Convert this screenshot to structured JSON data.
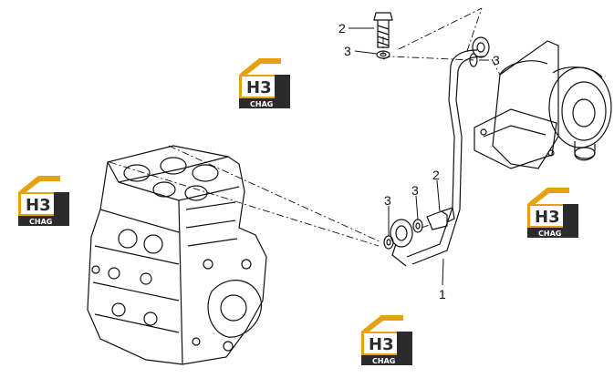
{
  "callouts": [
    {
      "id": "c2-top",
      "label": "2"
    },
    {
      "id": "c3-top",
      "label": "3"
    },
    {
      "id": "c3-right",
      "label": "3"
    },
    {
      "id": "c3-mid-a",
      "label": "3"
    },
    {
      "id": "c3-mid-b",
      "label": "3"
    },
    {
      "id": "c2-mid",
      "label": "2"
    },
    {
      "id": "c1",
      "label": "1"
    }
  ],
  "watermark": {
    "line1": "H3",
    "line2": "CHAG",
    "colors": {
      "roof": "#e6a20e",
      "box": "#2b2b2b",
      "text": "#ffffff",
      "accent": "#e6a20e"
    }
  }
}
